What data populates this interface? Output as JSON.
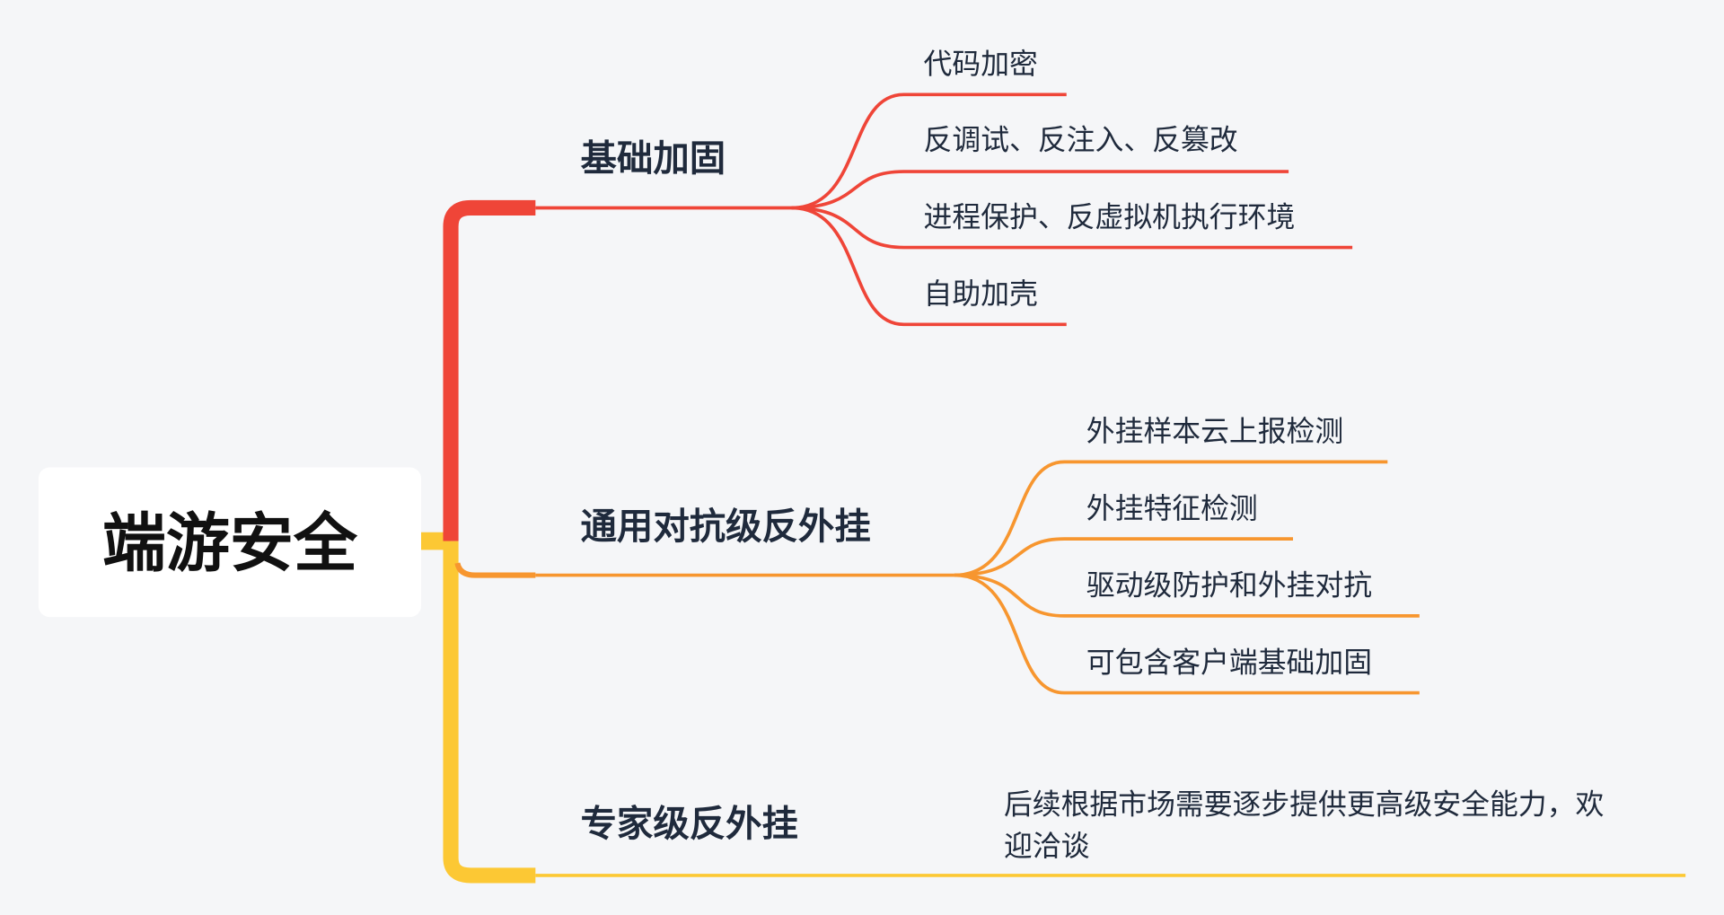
{
  "colors": {
    "background": "#f5f6f8",
    "branch1": "#ef4538",
    "branch2": "#f7962f",
    "branch3": "#fcc834",
    "text": "#1f2a3c"
  },
  "root": {
    "label": "端游安全"
  },
  "branches": [
    {
      "label": "基础加固",
      "children": [
        "代码加密",
        "反调试、反注入、反篡改",
        "进程保护、反虚拟机执行环境",
        "自助加壳"
      ]
    },
    {
      "label": "通用对抗级反外挂",
      "children": [
        "外挂样本云上报检测",
        "外挂特征检测",
        "驱动级防护和外挂对抗",
        "可包含客户端基础加固"
      ]
    },
    {
      "label": "专家级反外挂",
      "description": [
        "后续根据市场需要逐步提供更高级安全能力，欢",
        "迎洽谈"
      ]
    }
  ]
}
